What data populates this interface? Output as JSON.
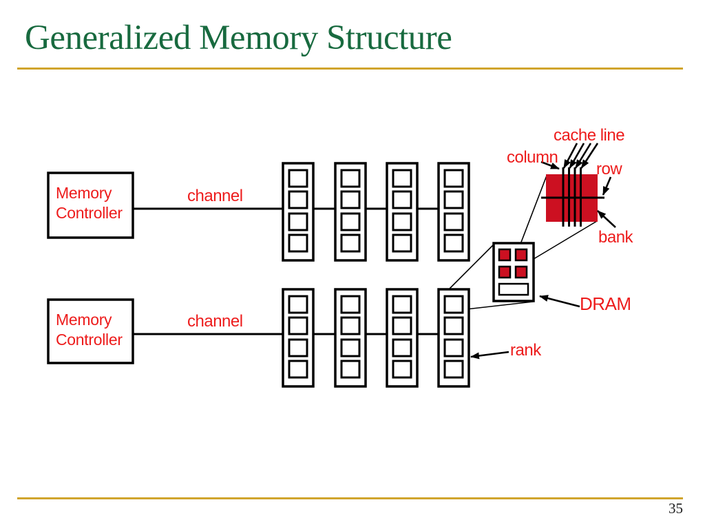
{
  "slide": {
    "title": "Generalized Memory Structure",
    "page_number": "35"
  },
  "colors": {
    "title_green": "#186a3f",
    "rule_gold": "#d0a42c",
    "label_red": "#ed1c1c",
    "dram_red": "#cc1021"
  },
  "diagram": {
    "memory_controller_top": "Memory Controller",
    "memory_controller_bottom": "Memory Controller",
    "channel_top": "channel",
    "channel_bottom": "channel",
    "cache_line": "cache line",
    "column": "column",
    "row": "row",
    "bank": "bank",
    "dram": "DRAM",
    "rank": "rank"
  }
}
